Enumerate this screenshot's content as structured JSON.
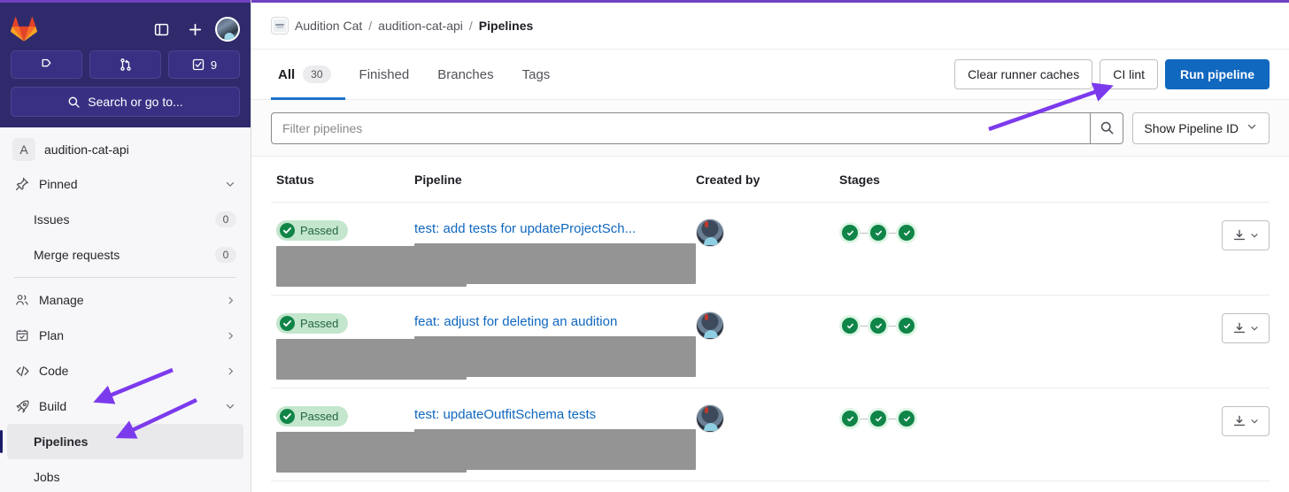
{
  "theme": {
    "sidebar_top_bg": "#2f2a6b",
    "accent_purple": "#6f42c1",
    "link_blue": "#1068bf",
    "primary_button_bg": "#1068bf",
    "tab_underline": "#1f75cb",
    "success_green": "#108548",
    "badge_green_bg": "#c3e6cd",
    "annotation_arrow": "#7c3aed",
    "redaction_gray": "#949494"
  },
  "sidebar": {
    "logo_name": "gitlab-logo",
    "top_actions": [
      {
        "name": "sidebar-toggle-icon",
        "label": ""
      },
      {
        "name": "create-new-icon",
        "label": ""
      },
      {
        "name": "user-avatar",
        "label": ""
      }
    ],
    "shortcuts": [
      {
        "name": "issues-shortcut",
        "icon": "issues-icon",
        "count": ""
      },
      {
        "name": "merge-requests-shortcut",
        "icon": "merge-request-icon",
        "count": ""
      },
      {
        "name": "todos-shortcut",
        "icon": "todo-check-icon",
        "count": "9"
      }
    ],
    "search_placeholder": "Search or go to...",
    "project": {
      "initial": "A",
      "name": "audition-cat-api"
    },
    "items": [
      {
        "label": "Pinned",
        "icon": "pin-icon",
        "count": null,
        "chevron": "down",
        "sub": false,
        "active": false
      },
      {
        "label": "Issues",
        "icon": null,
        "count": "0",
        "chevron": null,
        "sub": true,
        "active": false
      },
      {
        "label": "Merge requests",
        "icon": null,
        "count": "0",
        "chevron": null,
        "sub": true,
        "active": false
      },
      {
        "label": "Manage",
        "icon": "users-icon",
        "count": null,
        "chevron": "right",
        "sub": false,
        "active": false
      },
      {
        "label": "Plan",
        "icon": "calendar-icon",
        "count": null,
        "chevron": "right",
        "sub": false,
        "active": false
      },
      {
        "label": "Code",
        "icon": "code-icon",
        "count": null,
        "chevron": "right",
        "sub": false,
        "active": false
      },
      {
        "label": "Build",
        "icon": "rocket-icon",
        "count": null,
        "chevron": "down",
        "sub": false,
        "active": false
      },
      {
        "label": "Pipelines",
        "icon": null,
        "count": null,
        "chevron": null,
        "sub": true,
        "active": true
      },
      {
        "label": "Jobs",
        "icon": null,
        "count": null,
        "chevron": null,
        "sub": true,
        "active": false
      }
    ]
  },
  "breadcrumbs": {
    "group": "Audition Cat",
    "project": "audition-cat-api",
    "current": "Pipelines",
    "separator": "/"
  },
  "tabs": [
    {
      "label": "All",
      "badge": "30",
      "active": true
    },
    {
      "label": "Finished",
      "badge": null,
      "active": false
    },
    {
      "label": "Branches",
      "badge": null,
      "active": false
    },
    {
      "label": "Tags",
      "badge": null,
      "active": false
    }
  ],
  "toolbar": {
    "clear_caches_label": "Clear runner caches",
    "ci_lint_label": "CI lint",
    "run_pipeline_label": "Run pipeline"
  },
  "filter": {
    "placeholder": "Filter pipelines",
    "value": "",
    "search_icon": "search-icon",
    "pipeline_id_label": "Show Pipeline ID"
  },
  "table": {
    "columns": [
      "Status",
      "Pipeline",
      "Created by",
      "Stages"
    ],
    "rows": [
      {
        "status": "Passed",
        "pipeline": "test: add tests for updateProjectSch...",
        "stages": [
          "passed",
          "passed",
          "passed"
        ],
        "redacted": true
      },
      {
        "status": "Passed",
        "pipeline": "feat: adjust for deleting an audition",
        "stages": [
          "passed",
          "passed",
          "passed"
        ],
        "redacted": true
      },
      {
        "status": "Passed",
        "pipeline": "test: updateOutfitSchema tests",
        "stages": [
          "passed",
          "passed",
          "passed"
        ],
        "redacted": true
      }
    ]
  },
  "annotations": [
    {
      "name": "arrow-to-ci-lint",
      "target": "CI lint"
    },
    {
      "name": "arrow-to-build",
      "target": "Build"
    },
    {
      "name": "arrow-to-pipelines",
      "target": "Pipelines"
    }
  ]
}
